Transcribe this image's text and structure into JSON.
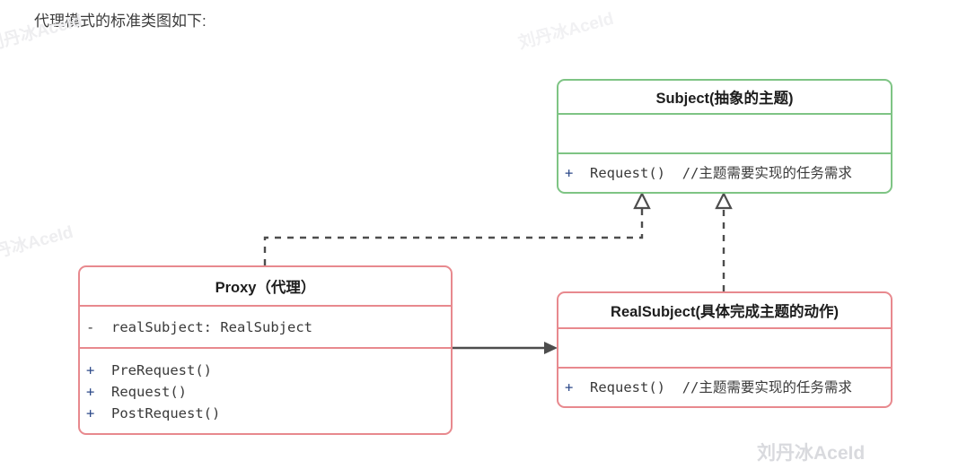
{
  "page": {
    "heading": "代理模式的标准类图如下:",
    "background": "#ffffff"
  },
  "watermarks": {
    "main": "刘丹冰AceId",
    "top": "刘丹冰AceId",
    "left_upper": "刘丹冰AceId",
    "left_lower": "刘丹冰AceId"
  },
  "colors": {
    "interface_border": "#7ec484",
    "class_border": "#e8898e",
    "connector": "#4d4d4d",
    "text": "#3a3a3a",
    "visibility_public": "#2d4a8a"
  },
  "diagram": {
    "type": "uml-class-diagram",
    "classes": [
      {
        "id": "subject",
        "name": "Subject(抽象的主题)",
        "stereotype_color": "#7ec484",
        "attributes": [],
        "methods": [
          {
            "visibility": "+",
            "signature": "Request()",
            "comment": "//主题需要实现的任务需求"
          }
        ]
      },
      {
        "id": "realsubject",
        "name": "RealSubject(具体完成主题的动作)",
        "stereotype_color": "#e8898e",
        "attributes": [],
        "methods": [
          {
            "visibility": "+",
            "signature": "Request()",
            "comment": "//主题需要实现的任务需求"
          }
        ]
      },
      {
        "id": "proxy",
        "name": "Proxy（代理）",
        "stereotype_color": "#e8898e",
        "attributes": [
          {
            "visibility": "-",
            "signature": "realSubject: RealSubject",
            "comment": ""
          }
        ],
        "methods": [
          {
            "visibility": "+",
            "signature": "PreRequest()",
            "comment": ""
          },
          {
            "visibility": "+",
            "signature": "Request()",
            "comment": ""
          },
          {
            "visibility": "+",
            "signature": "PostRequest()",
            "comment": ""
          }
        ]
      }
    ],
    "relations": [
      {
        "id": "proxy-realizes-subject",
        "from": "proxy",
        "to": "subject",
        "kind": "realization",
        "line": "dashed",
        "arrow": "hollow-triangle"
      },
      {
        "id": "realsubject-realizes-subject",
        "from": "realsubject",
        "to": "subject",
        "kind": "realization",
        "line": "dashed",
        "arrow": "hollow-triangle"
      },
      {
        "id": "proxy-uses-realsubject",
        "from": "proxy",
        "to": "realsubject",
        "kind": "association",
        "line": "solid",
        "arrow": "filled-arrow"
      }
    ]
  }
}
